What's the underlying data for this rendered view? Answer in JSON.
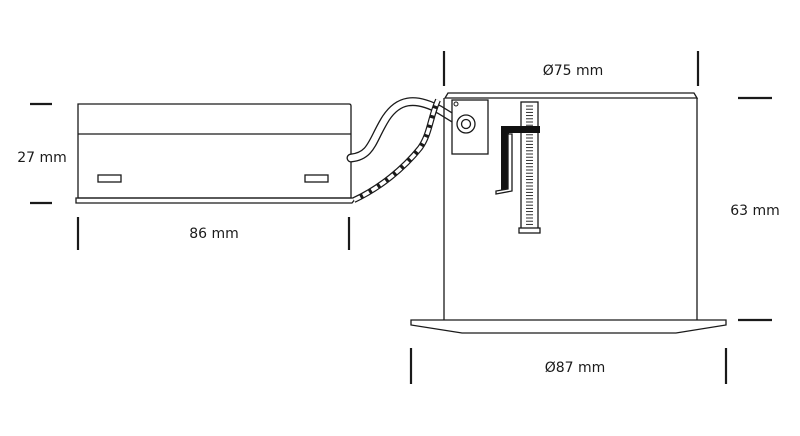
{
  "dimensions": {
    "driver_height": "27 mm",
    "driver_length": "86 mm",
    "housing_top_diameter": "Ø75 mm",
    "housing_height": "63 mm",
    "flange_diameter": "Ø87 mm"
  },
  "colors": {
    "line": "#1a1a1a",
    "background": "#ffffff"
  }
}
